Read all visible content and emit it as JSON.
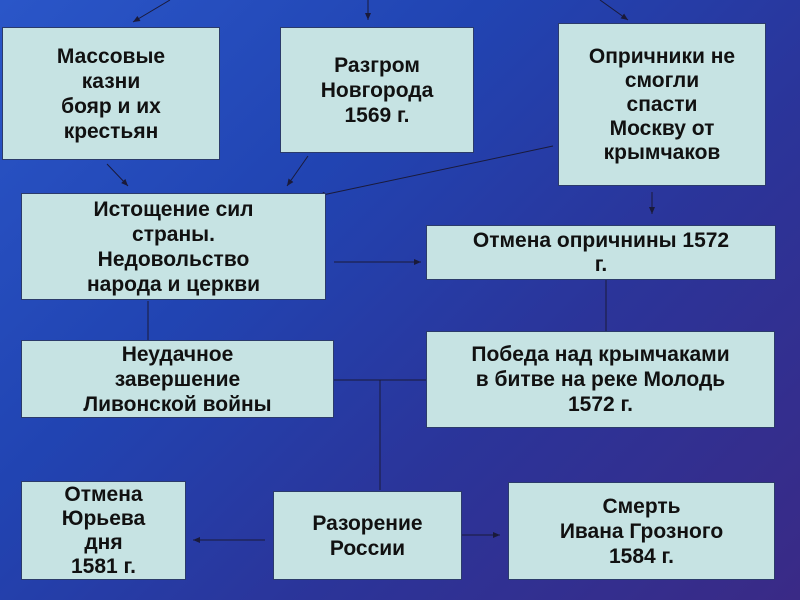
{
  "nodes": {
    "mass_executions": "Массовые\nказни\nбояр и их\nкрестьян",
    "novgorod": "Разгром\nНовгорода\n1569 г.",
    "oprichniki_failed": "Опричники не\nсмогли\nспасти\nМоскву от\nкрымчаков",
    "exhaustion": "Истощение сил\nстраны.\nНедовольство\nнарода и церкви",
    "abolition": "Отмена опричнины 1572\nг.",
    "livonian": "Неудачное\nзавершение\nЛивонской войны",
    "victory": "Победа над крымчаками\nв битве на реке Молодь\n1572 г.",
    "yuriev": "Отмена\nЮрьева\nдня\n1581 г.",
    "ruin": "Разорение\nРоссии",
    "death": "Смерть\nИвана Грозного\n1584 г."
  },
  "colors": {
    "box_fill": "#c6e3e3",
    "arrow": "#1a1a3a"
  }
}
